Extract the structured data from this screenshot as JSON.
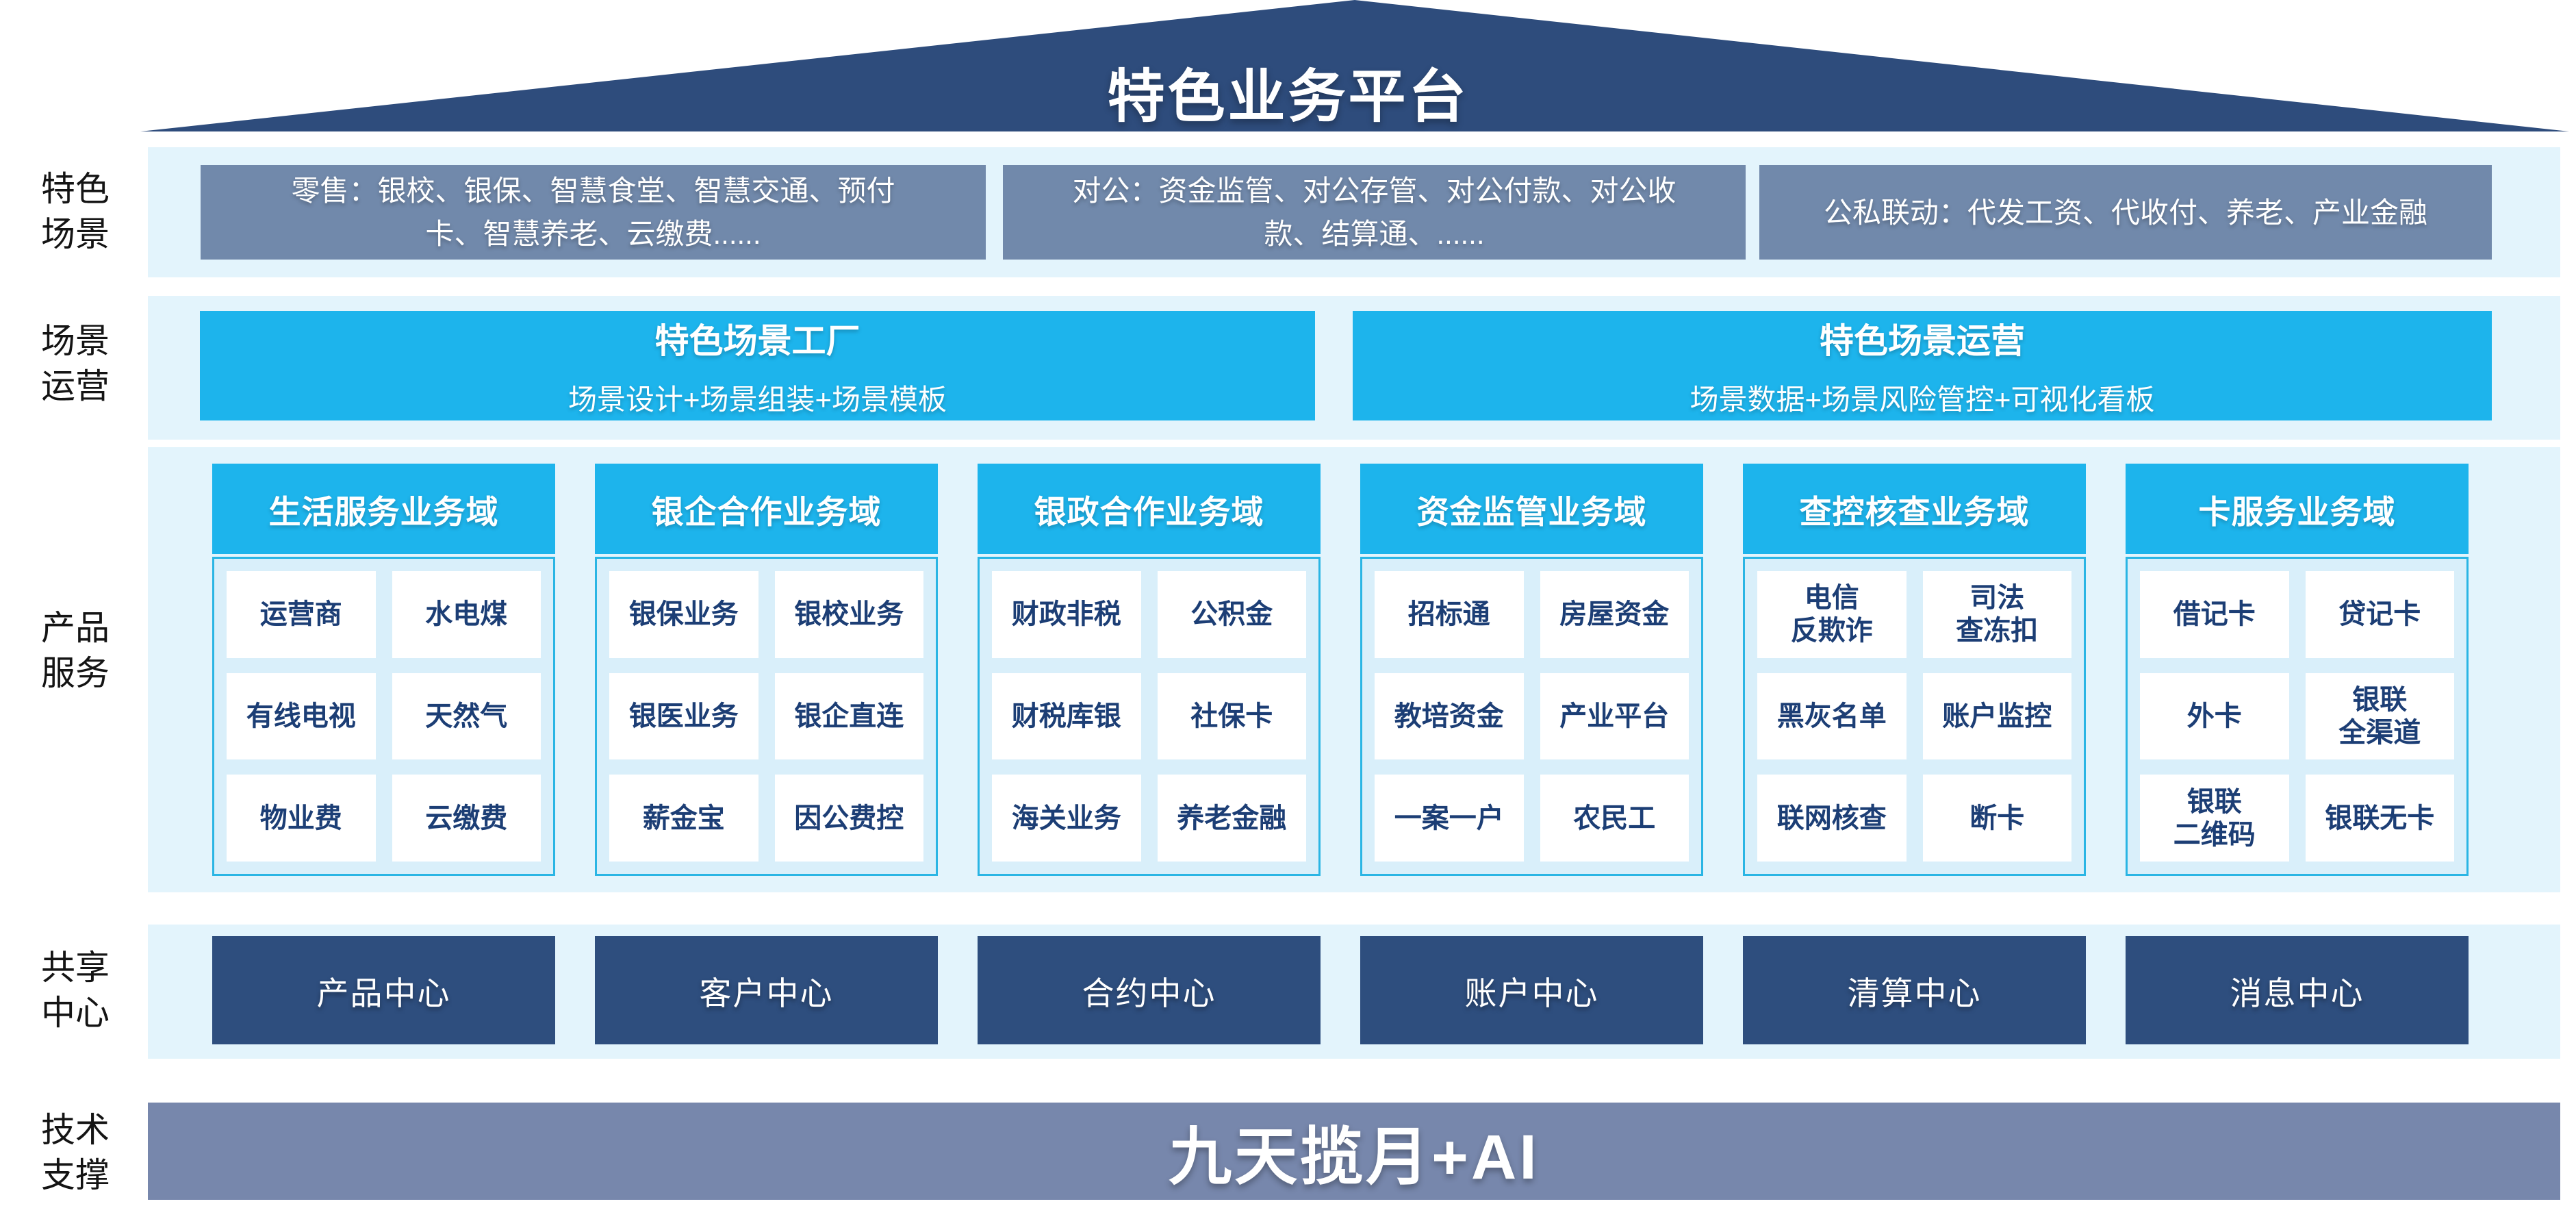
{
  "roof": {
    "title": "特色业务平台"
  },
  "side_labels": [
    {
      "label": "特色\n场景"
    },
    {
      "label": "场景\n运营"
    },
    {
      "label": "产品\n服务"
    },
    {
      "label": "共享\n中心"
    },
    {
      "label": "技术\n支撑"
    }
  ],
  "scenes": {
    "boxes": [
      "零售：银校、银保、智慧食堂、智慧交通、预付\n卡、智慧养老、云缴费......",
      "对公：资金监管、对公存管、对公付款、对公收\n款、结算通、......",
      "公私联动：代发工资、代收付、养老、产业金融"
    ]
  },
  "operations": {
    "boxes": [
      {
        "title": "特色场景工厂",
        "subtitle": "场景设计+场景组装+场景模板"
      },
      {
        "title": "特色场景运营",
        "subtitle": "场景数据+场景风险管控+可视化看板"
      }
    ]
  },
  "products": {
    "columns": [
      {
        "header": "生活服务业务域",
        "items": [
          "运营商",
          "水电煤",
          "有线电视",
          "天然气",
          "物业费",
          "云缴费"
        ]
      },
      {
        "header": "银企合作业务域",
        "items": [
          "银保业务",
          "银校业务",
          "银医业务",
          "银企直连",
          "薪金宝",
          "因公费控"
        ]
      },
      {
        "header": "银政合作业务域",
        "items": [
          "财政非税",
          "公积金",
          "财税库银",
          "社保卡",
          "海关业务",
          "养老金融"
        ]
      },
      {
        "header": "资金监管业务域",
        "items": [
          "招标通",
          "房屋资金",
          "教培资金",
          "产业平台",
          "一案一户",
          "农民工"
        ]
      },
      {
        "header": "查控核查业务域",
        "items": [
          "电信\n反欺诈",
          "司法\n查冻扣",
          "黑灰名单",
          "账户监控",
          "联网核查",
          "断卡"
        ]
      },
      {
        "header": "卡服务业务域",
        "items": [
          "借记卡",
          "贷记卡",
          "外卡",
          "银联\n全渠道",
          "银联\n二维码",
          "银联无卡"
        ]
      }
    ]
  },
  "centers": [
    "产品中心",
    "客户中心",
    "合约中心",
    "账户中心",
    "清算中心",
    "消息中心"
  ],
  "tech": {
    "title": "九天揽月+AI"
  },
  "colors": {
    "roof_navy": "#2e4c7c",
    "band_light_blue": "#e3f4fc",
    "scene_slate": "#7189ab",
    "cyan": "#1db4ec",
    "panel_blue": "#d9effa",
    "panel_border": "#2ab5e4",
    "item_text_navy": "#1c3e75",
    "center_navy": "#2e4e7e",
    "tech_slate": "#7787ac"
  }
}
